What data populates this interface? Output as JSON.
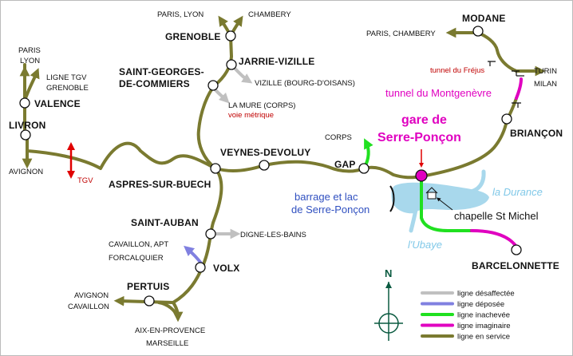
{
  "stations": {
    "grenoble": "GRENOBLE",
    "jarrie": "JARRIE-VIZILLE",
    "saint_georges_1": "SAINT-GEORGES-",
    "saint_georges_2": "DE-COMMIERS",
    "valence": "VALENCE",
    "livron": "LIVRON",
    "veynes": "VEYNES-DEVOLUY",
    "aspres": "ASPRES-SUR-BUECH",
    "gap": "GAP",
    "saint_auban": "SAINT-AUBAN",
    "volx": "VOLX",
    "pertuis": "PERTUIS",
    "modane": "MODANE",
    "briancon": "BRIANÇON",
    "barcelonnette": "BARCELONNETTE"
  },
  "destinations": {
    "paris_lyon": "PARIS, LYON",
    "chambery": "CHAMBERY",
    "paris_left": "PARIS",
    "lyon_left": "LYON",
    "ligne_tgv": "LIGNE TGV",
    "grenoble_dest": "GRENOBLE",
    "avignon_left": "AVIGNON",
    "tgv": "TGV",
    "vizille_bourg": "VIZILLE (BOURG-D'OISANS)",
    "la_mure": "LA MURE (CORPS)",
    "voie_metrique": "voie métrique",
    "corps": "CORPS",
    "paris_chambery": "PARIS, CHAMBERY",
    "tunnel_frejus": "tunnel du Fréjus",
    "turin": "TURIN",
    "milan": "MILAN",
    "tunnel_montgenevre": "tunnel du Montgenèvre",
    "gare_1": "gare de",
    "gare_2": "Serre-Ponçon",
    "barrage_1": "barrage et lac",
    "barrage_2": "de Serre-Ponçon",
    "la_durance": "la Durance",
    "chapelle": "chapelle St Michel",
    "ubaye": "l'Ubaye",
    "digne": "DIGNE-LES-BAINS",
    "cavaillon_apt": "CAVAILLON, APT",
    "forcalquier": "FORCALQUIER",
    "avignon_bottom": "AVIGNON",
    "cavaillon": "CAVAILLON",
    "aix": "AIX-EN-PROVENCE",
    "marseille": "MARSEILLE"
  },
  "compass": {
    "north": "N"
  },
  "legend": [
    {
      "label": "ligne désaffectée",
      "color": "#c0c0c0"
    },
    {
      "label": "ligne déposée",
      "color": "#8080e0"
    },
    {
      "label": "ligne inachevée",
      "color": "#20e020"
    },
    {
      "label": "ligne imaginaire",
      "color": "#e000c0"
    },
    {
      "label": "ligne en service",
      "color": "#7a7a30"
    }
  ],
  "colors": {
    "service": "#7a7a30",
    "desaffectee": "#c0c0c0",
    "deposee": "#8080e0",
    "inachevee": "#20e020",
    "imaginaire": "#e000c0",
    "lake": "#a8d8ec",
    "tgv_arrow": "#e00000"
  }
}
